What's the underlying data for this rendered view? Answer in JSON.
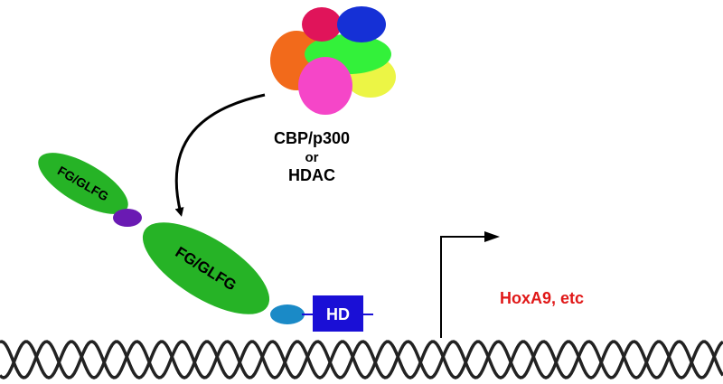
{
  "complex": {
    "line1": "CBP/p300",
    "line2": "or",
    "line3": "HDAC",
    "colors": {
      "orange": "#f26a1b",
      "crimson": "#e0145a",
      "blue": "#1530d6",
      "green": "#33f13a",
      "pink": "#f546c8",
      "yellow": "#ecf545"
    }
  },
  "protein": {
    "domain1_label": "FG/GLFG",
    "domain2_label": "FG/GLFG",
    "homeodomain_label": "HD",
    "colors": {
      "fg_domain": "#26b326",
      "linker": "#6a1ab3",
      "small_domain": "#1a8ac7",
      "homeodomain": "#1a0fd6",
      "homeodomain_text": "#ffffff"
    }
  },
  "gene": {
    "target_label": "HoxA9, etc",
    "target_color": "#e01818"
  },
  "icons": [
    "curved-arrow-icon",
    "transcription-start-arrow-icon",
    "dna-helix-icon"
  ]
}
